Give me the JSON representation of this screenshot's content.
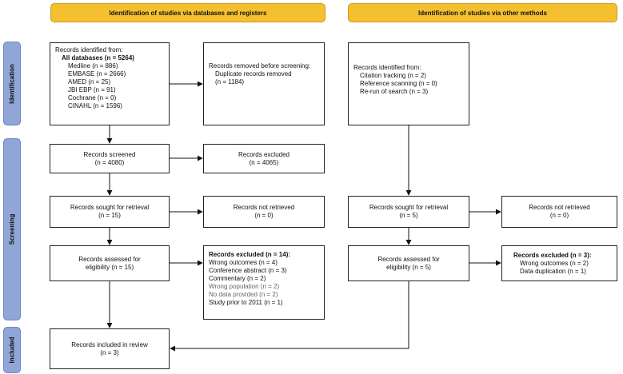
{
  "headers": {
    "databases": "Identification of studies via databases and registers",
    "other": "Identification of studies via other methods"
  },
  "phases": {
    "identification": "Identification",
    "screening": "Screening",
    "included": "Included"
  },
  "db": {
    "identified": {
      "title": "Records identified from:",
      "all": "All databases (n = 5264)",
      "items": [
        "Medline (n = 886)",
        "EMBASE (n = 2666)",
        "AMED (n = 25)",
        "JBI EBP (n = 91)",
        "Cochrane (n = 0)",
        "CINAHL (n = 1596)"
      ]
    },
    "removed": {
      "title": "Records removed before screening:",
      "line1": "Duplicate records removed",
      "line2": "(n = 1184)"
    },
    "screened": {
      "label": "Records screened",
      "n": "(n = 4080)"
    },
    "excluded": {
      "label": "Records excluded",
      "n": "(n = 4065)"
    },
    "sought": {
      "label": "Records sought for retrieval",
      "n": "(n = 15)"
    },
    "not_retrieved": {
      "label": "Records not retrieved",
      "n": "(n = 0)"
    },
    "assessed": {
      "label": "Records assessed for",
      "label2": "eligibility (n = 15)"
    },
    "excluded_full": {
      "title": "Records excluded (n = 14):",
      "items": [
        "Wrong outcomes (n = 4)",
        "Conference abstract (n = 3)",
        "Commentary (n = 2)",
        "Wrong population (n = 2)",
        "No data provided (n = 2)",
        "Study prior to 2011 (n = 1)"
      ]
    },
    "included": {
      "label": "Records included in review",
      "n": "(n = 3)"
    }
  },
  "other": {
    "identified": {
      "title": "Records identified from:",
      "items": [
        "Citation tracking (n = 2)",
        "Reference scanning (n = 0)",
        "Re-run of search (n = 3)"
      ]
    },
    "sought": {
      "label": "Records sought for retrieval",
      "n": "(n = 5)"
    },
    "not_retrieved": {
      "label": "Records not retrieved",
      "n": "(n = 0)"
    },
    "assessed": {
      "label": "Records assessed for",
      "label2": "eligibility (n = 5)"
    },
    "excluded": {
      "title": "Records excluded (n = 3):",
      "items": [
        "Wrong outcomes (n = 2)",
        "Data duplication (n = 1)"
      ]
    }
  },
  "colors": {
    "header": "#f5c030",
    "phase": "#8fa6d6",
    "box_border": "#222222"
  }
}
